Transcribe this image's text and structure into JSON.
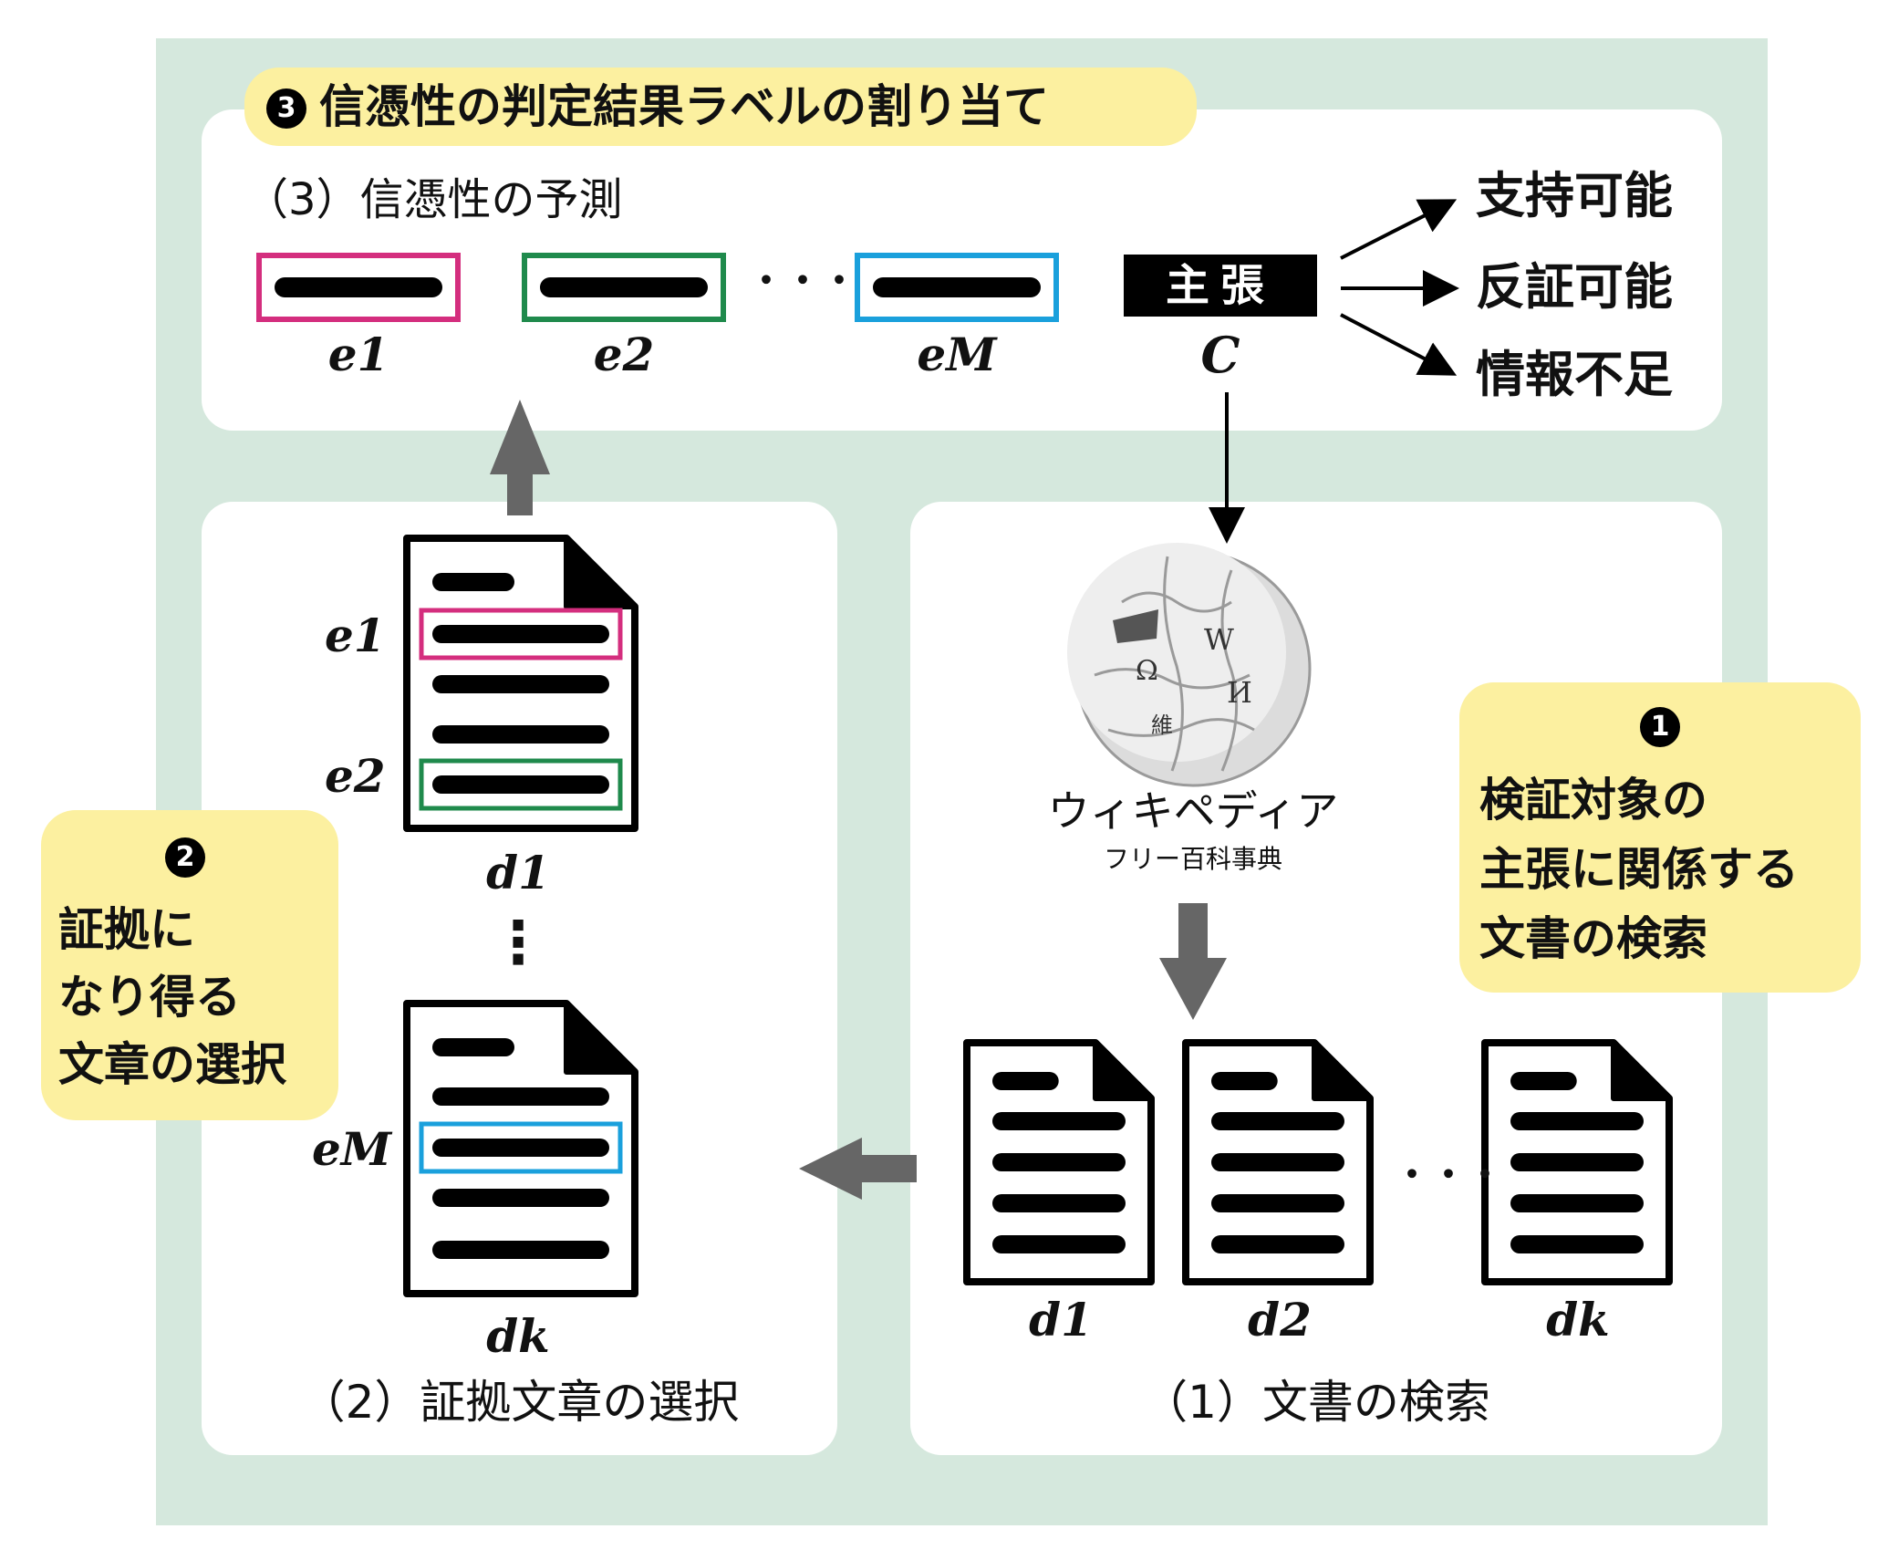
{
  "step3": {
    "num": "3",
    "title": "信憑性の判定結果ラベルの割り当て"
  },
  "step1": {
    "num": "1",
    "lines": [
      "検証対象の",
      "主張に関係する",
      "文書の検索"
    ]
  },
  "step2": {
    "num": "2",
    "lines": [
      "証拠に",
      "なり得る",
      "文章の選択"
    ]
  },
  "top_panel": {
    "title": "（3）信憑性の予測",
    "evidence": [
      {
        "label": "e1",
        "color": "#d42e7e"
      },
      {
        "label": "e2",
        "color": "#1f8a4c"
      },
      {
        "label": "eM",
        "color": "#1aa0dc"
      }
    ],
    "ellipsis": "・・・",
    "claim_box": "主張",
    "claim_label": "C",
    "outcomes": [
      "支持可能",
      "反証可能",
      "情報不足"
    ]
  },
  "left_panel": {
    "title": "（2）証拠文章の選択",
    "doc_top_labels": [
      "e1",
      "e2"
    ],
    "doc_top_name": "d1",
    "vdots": "⋮",
    "doc_bottom_label": "eM",
    "doc_bottom_name": "dk"
  },
  "right_panel": {
    "title": "（1）文書の検索",
    "wiki_name": "ウィキペディア",
    "wiki_sub": "フリー百科事典",
    "docs": [
      "d1",
      "d2",
      "dk"
    ],
    "ellipsis": "・・・"
  },
  "colors": {
    "background": "#d5e8dd",
    "panel": "#ffffff",
    "callout": "#fcf0a0",
    "arrow_gray": "#666666"
  }
}
